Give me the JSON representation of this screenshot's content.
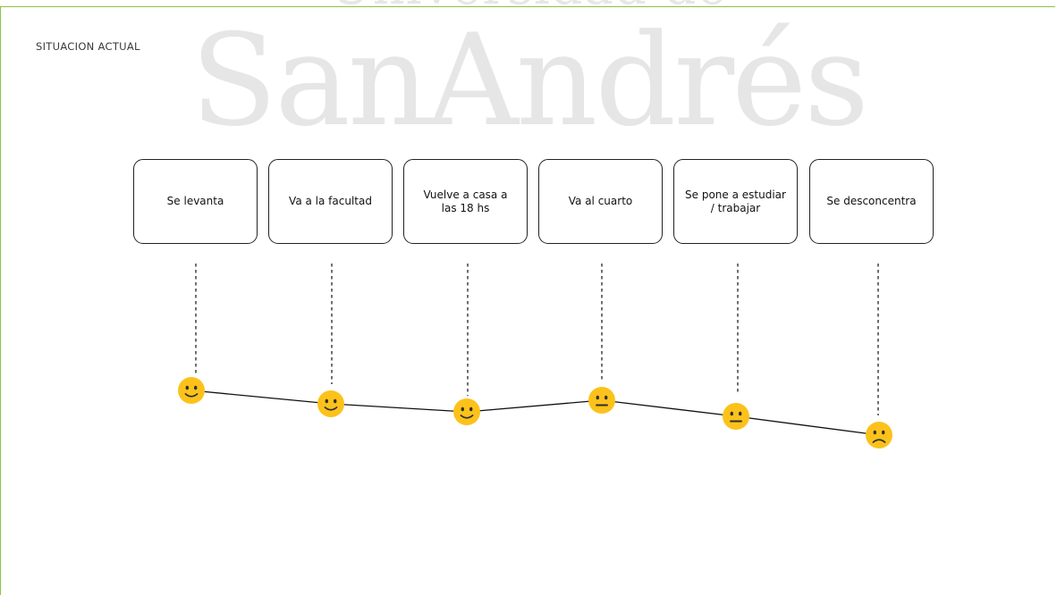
{
  "watermark": {
    "line1": "Universidad de",
    "line2": "SanAndrés"
  },
  "section_label": "SITUACION ACTUAL",
  "steps": [
    {
      "label": "Se levanta",
      "mood": "slightly-smiling-face-icon",
      "emoji": "🙂"
    },
    {
      "label": "Va a la facultad",
      "mood": "slightly-smiling-face-icon",
      "emoji": "🙂"
    },
    {
      "label": "Vuelve a casa a las 18 hs",
      "mood": "slightly-smiling-face-icon",
      "emoji": "🙂"
    },
    {
      "label": "Va al cuarto",
      "mood": "neutral-face-icon",
      "emoji": "😐"
    },
    {
      "label": "Se pone a estudiar / trabajar",
      "mood": "neutral-face-icon",
      "emoji": "😐"
    },
    {
      "label": "Se desconcentra",
      "mood": "slightly-frowning-face-icon",
      "emoji": "🙁"
    }
  ],
  "colors": {
    "frame_border": "#8bc34a",
    "emoji_face": "#fcc21b",
    "emoji_features": "#2f2f2f",
    "watermark": "#e6e6e6"
  }
}
